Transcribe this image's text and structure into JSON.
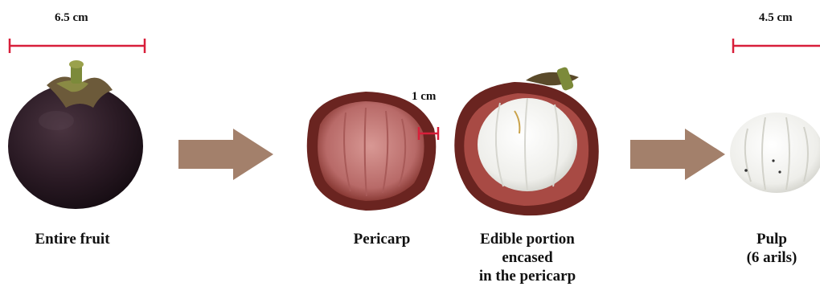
{
  "scales": {
    "entire_fruit": "6.5 cm",
    "pericarp_thickness": "1 cm",
    "pulp": "4.5 cm"
  },
  "labels": {
    "entire_fruit": "Entire fruit",
    "pericarp": "Pericarp",
    "edible_line1": "Edible portion",
    "edible_line2": "encased",
    "edible_line3": "in the pericarp",
    "pulp_line1": "Pulp",
    "pulp_line2": "(6 arils)"
  },
  "colors": {
    "scale_bar": "#d81f3a",
    "arrow": "#a3806b",
    "rind_dark": "#2a1a24",
    "rind_red": "#7a2a24",
    "pericarp_inner": "#c97a78",
    "pulp_white": "#f2f2ee",
    "stem_green": "#7c8a3a"
  },
  "icons": [
    "right-arrow-icon",
    "right-arrow-icon"
  ]
}
